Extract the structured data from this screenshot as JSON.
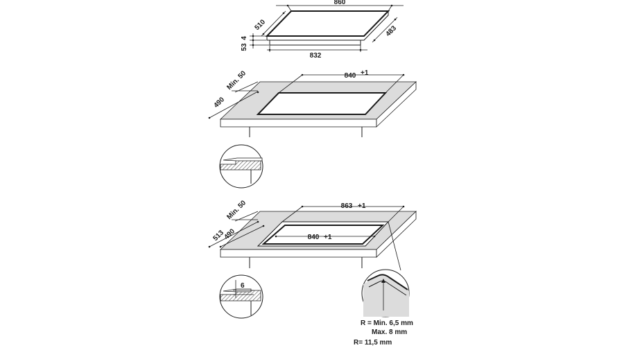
{
  "dims": {
    "top_width": "860",
    "top_depth_left": "510",
    "top_depth_right": "483",
    "bottom_width": "832",
    "glass_thickness": "4",
    "body_height": "53",
    "cut1_width": "840",
    "cut1_min": "Min. 50",
    "cut1_depth": "490",
    "cut2_outer_width": "863",
    "cut2_inner_width": "840",
    "cut2_min": "Min. 50",
    "cut2_outer_depth": "513",
    "cut2_inner_depth": "490",
    "flush_depth": "6"
  },
  "notes": {
    "radius_line1": "R = Min. 6,5 mm",
    "radius_line2": "Max. 8 mm",
    "radius_line3": "R= 11,5 mm"
  },
  "tolerance_mark": "+1"
}
